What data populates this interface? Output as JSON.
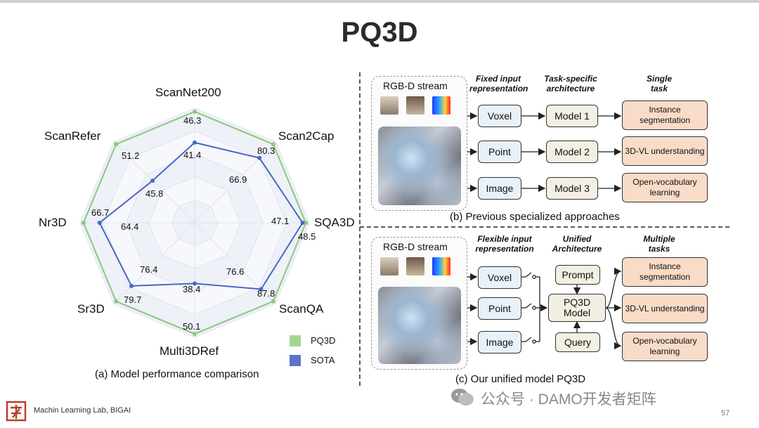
{
  "title": "PQ3D",
  "radar": {
    "axes": [
      {
        "label": "ScanNet200",
        "pq3d": "46.3",
        "sota": "41.4"
      },
      {
        "label": "Scan2Cap",
        "pq3d": "80.3",
        "sota": "66.9"
      },
      {
        "label": "SQA3D",
        "pq3d": "48.5",
        "sota": "47.1"
      },
      {
        "label": "ScanQA",
        "pq3d": "87.8",
        "sota": "76.6"
      },
      {
        "label": "Multi3DRef",
        "pq3d": "50.1",
        "sota": "38.4"
      },
      {
        "label": "Sr3D",
        "pq3d": "79.7",
        "sota": "76.4"
      },
      {
        "label": "Nr3D",
        "pq3d": "66.7",
        "sota": "64.4"
      },
      {
        "label": "ScanRefer",
        "pq3d": "51.2",
        "sota": "45.8"
      }
    ],
    "legend": [
      {
        "name": "PQ3D",
        "color": "#9fd08a"
      },
      {
        "name": "SOTA",
        "color": "#5b74c7"
      }
    ],
    "caption": "(a) Model performance comparison"
  },
  "colors": {
    "pq3d": "#8cc97a",
    "sota": "#4a67c2",
    "grid_fill": "#eef1f8"
  },
  "top_panel": {
    "rgbd_label": "RGB-D stream",
    "headers": [
      "Fixed input representation",
      "Task-specific architecture",
      "Single task"
    ],
    "inputs": [
      "Voxel",
      "Point",
      "Image"
    ],
    "models": [
      "Model 1",
      "Model 2",
      "Model 3"
    ],
    "tasks": [
      "Instance segmentation",
      "3D-VL understanding",
      "Open-vocabulary learning"
    ],
    "caption": "(b) Previous specialized approaches"
  },
  "bottom_panel": {
    "rgbd_label": "RGB-D stream",
    "headers": [
      "Flexible input representation",
      "Unified Architecture",
      "Multiple tasks"
    ],
    "inputs": [
      "Voxel",
      "Point",
      "Image"
    ],
    "prompt": "Prompt",
    "model": "PQ3D Model",
    "query": "Query",
    "tasks": [
      "Instance segmentation",
      "3D-VL understanding",
      "Open-vocabulary learning"
    ],
    "caption": "(c) Our unified model PQ3D"
  },
  "footer": {
    "lab": "Machin Learning Lab, BIGAI",
    "watermark": "公众号 · DAMO开发者矩阵",
    "page": "57"
  }
}
